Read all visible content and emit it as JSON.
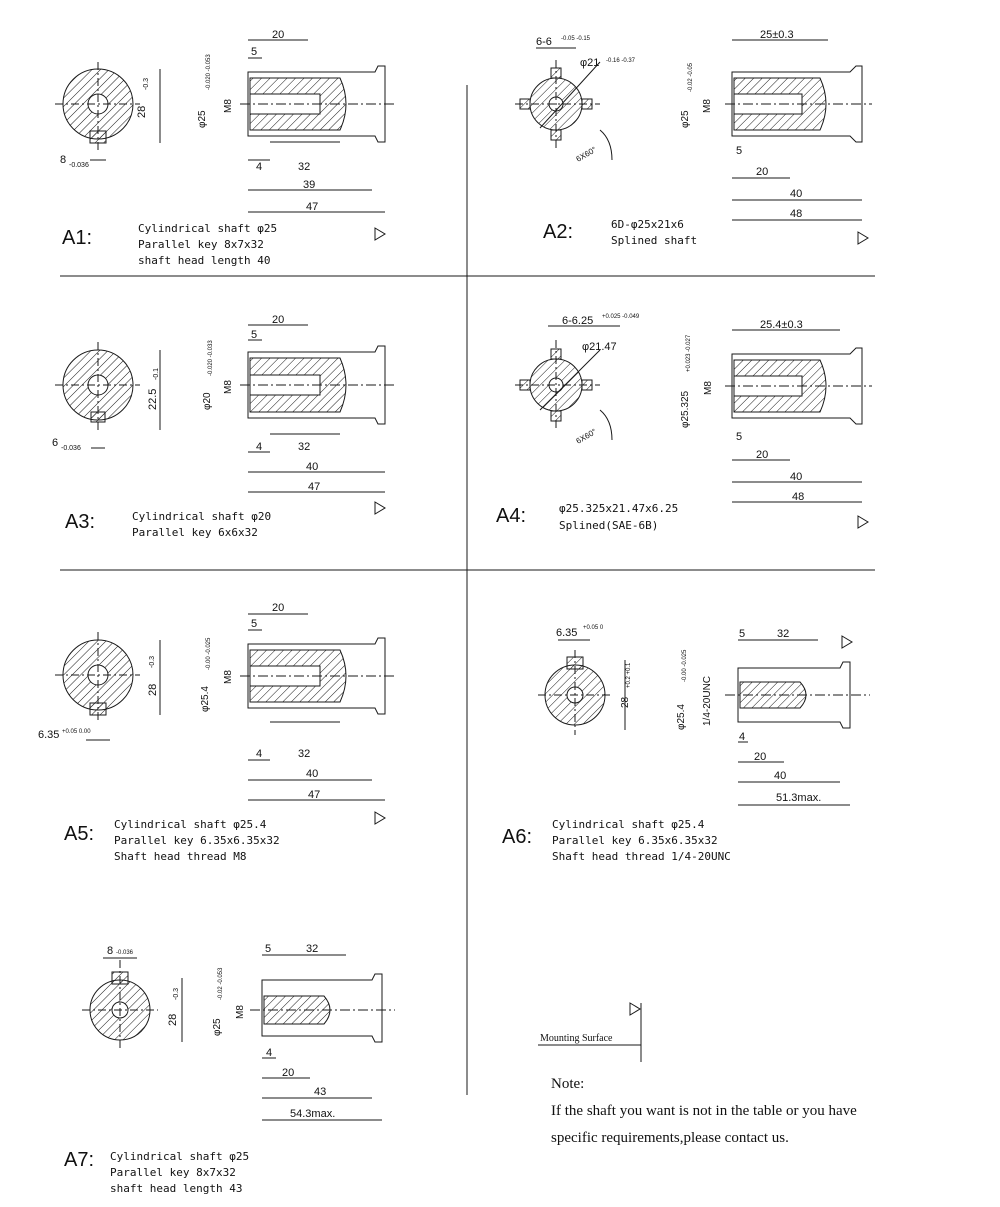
{
  "colors": {
    "line": "#1a1a1a",
    "background": "#ffffff"
  },
  "mounting_label": "Mounting Surface",
  "note": {
    "heading": "Note:",
    "line1": "If the shaft you want is not in the table or you have",
    "line2": "specific requirements,please contact us."
  },
  "panels": [
    {
      "id": "A1",
      "label": "A1:",
      "desc": [
        "Cylindrical shaft φ25",
        "Parallel key 8x7x32",
        "shaft head length 40"
      ],
      "end_dims": {
        "key": "8",
        "key_tol": "-0.036",
        "height": "28",
        "height_tol": "-0.3"
      },
      "side_dims": {
        "top": "20",
        "step": "5",
        "dia": "φ25",
        "dia_tol": "-0.020 -0.053",
        "thread": "M8",
        "d1": "4",
        "d2": "32",
        "d3": "39",
        "d4": "47"
      }
    },
    {
      "id": "A2",
      "label": "A2:",
      "desc": [
        "6D-φ25x21x6",
        "Splined shaft"
      ],
      "end_dims": {
        "teeth": "6-6",
        "teeth_tol": "-0.05 -0.15",
        "minor": "φ21",
        "minor_tol": "-0.16 -0.37",
        "angle": "6X60°"
      },
      "side_dims": {
        "top": "25±0.3",
        "dia": "φ25",
        "dia_tol": "-0.02 -0.05",
        "thread": "M8",
        "d1": "5",
        "d2": "20",
        "d3": "40",
        "d4": "48"
      }
    },
    {
      "id": "A3",
      "label": "A3:",
      "desc": [
        "Cylindrical shaft φ20",
        "Parallel key 6x6x32"
      ],
      "end_dims": {
        "key": "6",
        "key_tol": "-0.036",
        "height": "22.5",
        "height_tol": "-0.1"
      },
      "side_dims": {
        "top": "20",
        "step": "5",
        "dia": "φ20",
        "dia_tol": "-0.020 -0.033",
        "thread": "M8",
        "d1": "4",
        "d2": "32",
        "d3": "40",
        "d4": "47"
      }
    },
    {
      "id": "A4",
      "label": "A4:",
      "desc": [
        "φ25.325x21.47x6.25",
        "Splined(SAE-6B)"
      ],
      "end_dims": {
        "teeth": "6-6.25",
        "teeth_tol": "+0.025 -0.049",
        "minor": "φ21.47",
        "angle": "6X60°"
      },
      "side_dims": {
        "top": "25.4±0.3",
        "dia": "φ25.325",
        "dia_tol": "+0.023 -0.027",
        "thread": "M8",
        "d1": "5",
        "d2": "20",
        "d3": "40",
        "d4": "48"
      }
    },
    {
      "id": "A5",
      "label": "A5:",
      "desc": [
        "Cylindrical shaft φ25.4",
        "Parallel key 6.35x6.35x32",
        "Shaft head thread M8"
      ],
      "end_dims": {
        "key": "6.35",
        "key_tol": "+0.05 0.00",
        "height": "28",
        "height_tol": "-0.3"
      },
      "side_dims": {
        "top": "20",
        "step": "5",
        "dia": "φ25.4",
        "dia_tol": "-0.00 -0.025",
        "thread": "M8",
        "d1": "4",
        "d2": "32",
        "d3": "40",
        "d4": "47"
      }
    },
    {
      "id": "A6",
      "label": "A6:",
      "desc": [
        "Cylindrical shaft φ25.4",
        "Parallel key 6.35x6.35x32",
        "Shaft head thread 1/4-20UNC"
      ],
      "end_dims": {
        "key": "6.35",
        "key_tol": "+0.05 0",
        "height": "28",
        "height_tol": "+0.2 +0.1"
      },
      "side_dims": {
        "top": "32",
        "step": "5",
        "dia": "φ25.4",
        "dia_tol": "-0.00 -0.025",
        "thread": "1/4-20UNC",
        "d1": "4",
        "d2": "20",
        "d3": "40",
        "d4": "51.3max."
      }
    },
    {
      "id": "A7",
      "label": "A7:",
      "desc": [
        "Cylindrical shaft φ25",
        "Parallel key 8x7x32",
        "shaft head length 43"
      ],
      "end_dims": {
        "key": "8",
        "key_tol": "-0.036",
        "height": "28",
        "height_tol": "-0.3"
      },
      "side_dims": {
        "top": "32",
        "step": "5",
        "dia": "φ25",
        "dia_tol": "-0.02 -0.053",
        "thread": "M8",
        "d1": "4",
        "d2": "20",
        "d3": "43",
        "d4": "54.3max."
      }
    }
  ]
}
